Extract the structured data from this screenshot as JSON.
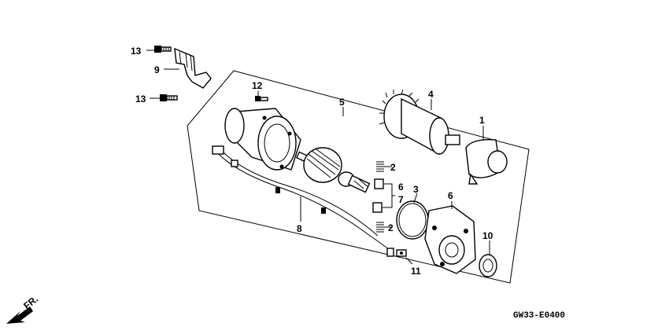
{
  "diagram": {
    "code": "GW33-E0400",
    "direction_label": "FR.",
    "callouts": {
      "c1": "1",
      "c2a": "2",
      "c2b": "2",
      "c3": "3",
      "c4": "4",
      "c5": "5",
      "c6a": "6",
      "c6b": "6",
      "c7": "7",
      "c8": "8",
      "c9": "9",
      "c10": "10",
      "c11": "11",
      "c12": "12",
      "c13a": "13",
      "c13b": "13"
    },
    "colors": {
      "line": "#000000",
      "background": "#ffffff"
    }
  }
}
